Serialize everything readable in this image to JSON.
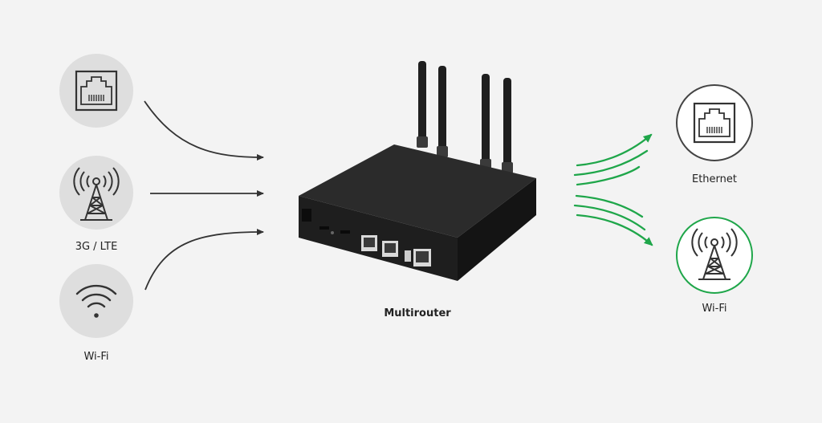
{
  "diagram": {
    "inputs": [
      {
        "id": "ethernet",
        "label": "",
        "icon": "ethernet-port-icon"
      },
      {
        "id": "cellular",
        "label": "3G / LTE",
        "icon": "antenna-tower-icon"
      },
      {
        "id": "wifi",
        "label": "Wi-Fi",
        "icon": "wifi-icon"
      }
    ],
    "device": {
      "label": "Multirouter",
      "icon": "router-device-icon"
    },
    "outputs": [
      {
        "id": "ethernet-out",
        "label": "Ethernet",
        "icon": "ethernet-port-icon"
      },
      {
        "id": "wifi-out",
        "label": "Wi-Fi",
        "icon": "antenna-tower-icon"
      }
    ],
    "colors": {
      "background": "#f3f3f3",
      "input_circle": "#dedede",
      "input_arrow": "#333333",
      "output_accent": "#1fa64a",
      "output_circle_border": "#444444"
    }
  }
}
